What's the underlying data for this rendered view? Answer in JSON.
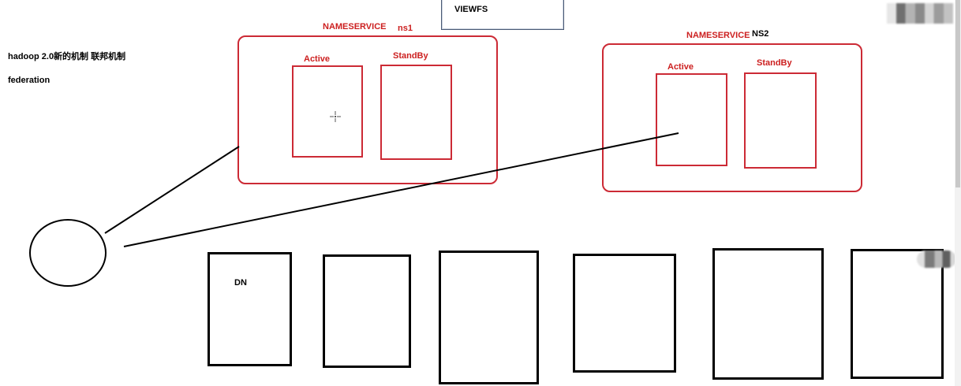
{
  "heading": {
    "line1": "hadoop 2.0新的机制 联邦机制",
    "line2": "federation"
  },
  "viewfs": {
    "label": "VIEWFS"
  },
  "nameservice1": {
    "title": "NAMESERVICE",
    "id": "ns1",
    "active_label": "Active",
    "standby_label": "StandBy"
  },
  "nameservice2": {
    "title": "NAMESERVICE",
    "id": "NS2",
    "active_label": "Active",
    "standby_label": "StandBy"
  },
  "datanodes": {
    "first_label": "DN",
    "count": 6
  },
  "colors": {
    "nameservice_border": "#cc2a35",
    "label_red": "#cc1f1f",
    "datanode_border": "#000000",
    "text_black": "#000000"
  },
  "icons": {
    "cursor": "crosshair-cursor-icon"
  }
}
